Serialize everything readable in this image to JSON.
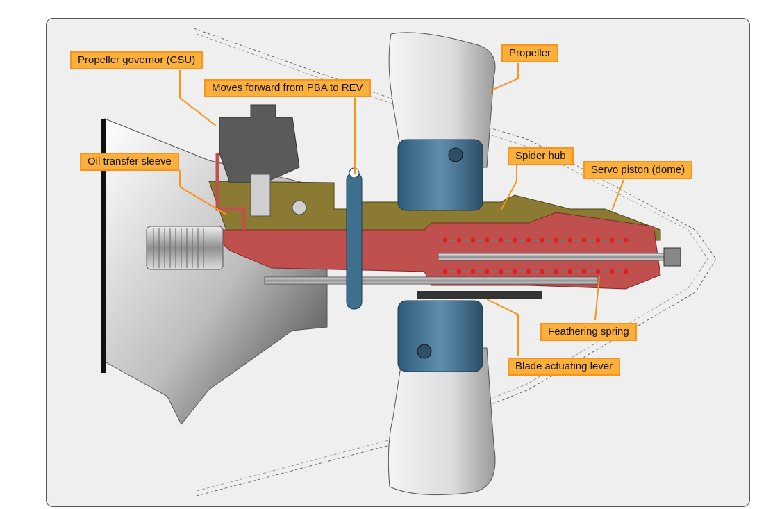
{
  "labels": {
    "governor": "Propeller governor (CSU)",
    "moves_forward": "Moves forward from PBA to REV",
    "propeller": "Propeller",
    "oil_sleeve": "Oil transfer sleeve",
    "spider_hub": "Spider hub",
    "servo_piston": "Servo piston (dome)",
    "feathering_spring": "Feathering spring",
    "blade_lever": "Blade actuating lever"
  },
  "colors": {
    "callout_fill": "#fbb03b",
    "callout_border": "#f7941d",
    "leader_line": "#f7941d",
    "oil": "#c0504d",
    "housing": "#8a7a32",
    "hub": "#3f6f8f",
    "gearbox": "#9a9a9a",
    "spring": "#e02020"
  }
}
